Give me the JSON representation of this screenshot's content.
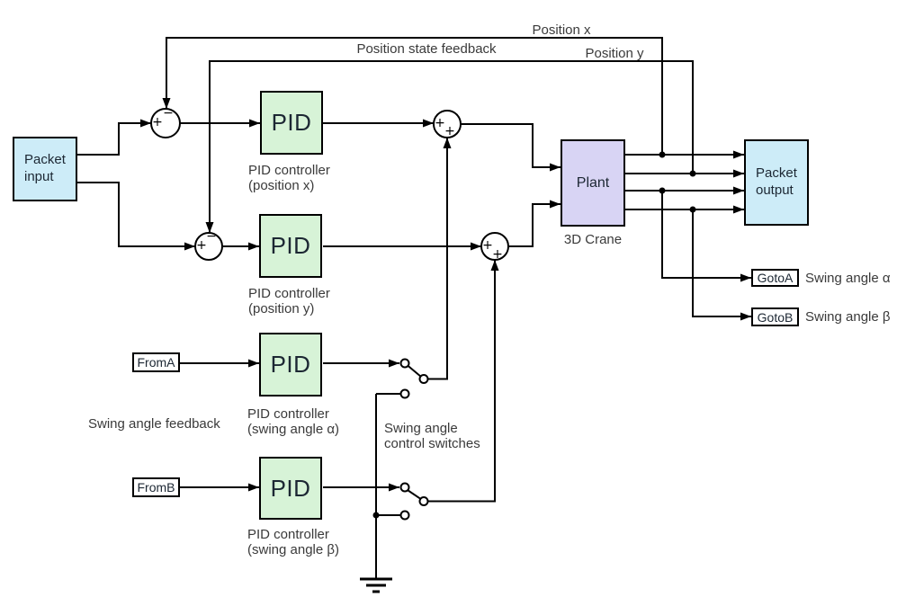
{
  "diagram": {
    "top_labels": {
      "position_x": "Position x",
      "position_y": "Position y",
      "position_state_feedback": "Position state feedback"
    },
    "blocks": {
      "packet_input": "Packet\ninput",
      "packet_output": "Packet\noutput",
      "pid": "PID",
      "plant": "Plant",
      "plant_caption": "3D Crane",
      "pid_x_caption": "PID controller\n(position x)",
      "pid_y_caption": "PID controller\n(position y)",
      "pid_alpha_caption": "PID controller\n(swing angle α)",
      "pid_beta_caption": "PID controller\n(swing angle β)"
    },
    "tags": {
      "goto_a": "GotoA",
      "goto_b": "GotoB",
      "from_a": "FromA",
      "from_b": "FromB",
      "goto_a_label": "Swing angle α",
      "goto_b_label": "Swing angle β"
    },
    "annotations": {
      "swing_feedback": "Swing angle feedback",
      "switches": "Swing angle\ncontrol switches"
    },
    "sum_signs": {
      "sum1_left": "+",
      "sum1_top": "−",
      "sum2_left": "+",
      "sum2_top": "−",
      "sum3_left": "+",
      "sum3_bottom": "+",
      "sum4_left": "+",
      "sum4_bottom": "+"
    },
    "colors": {
      "io_fill": "#cdecf8",
      "pid_fill": "#d7f3d7",
      "plant_fill": "#d8d4f4",
      "wire": "#000000",
      "block_text": "#1c2733",
      "label_text": "#3a3a3a"
    }
  }
}
